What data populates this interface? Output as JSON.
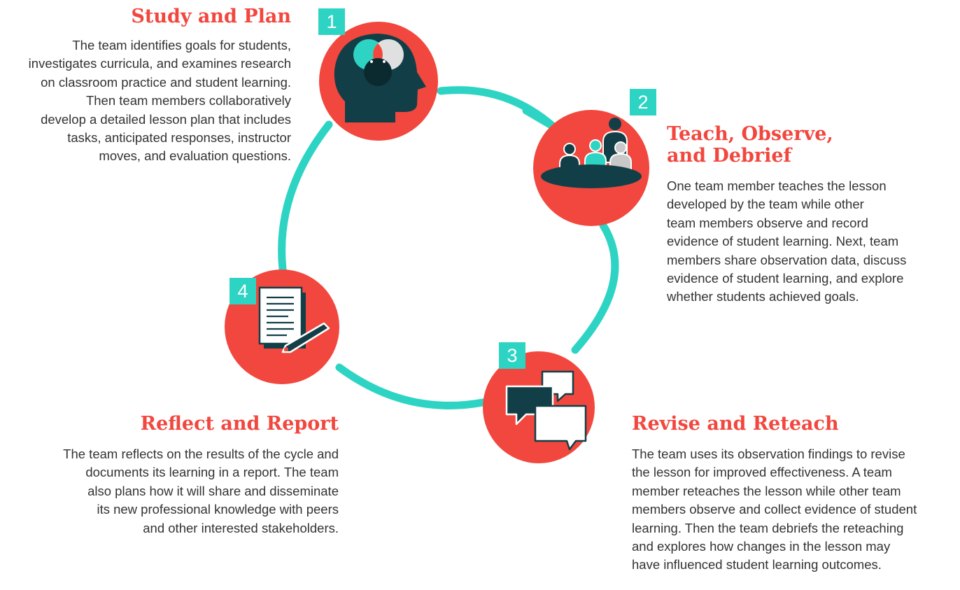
{
  "colors": {
    "accent": "#F2473E",
    "teal": "#2ED4C3",
    "dark": "#123F47",
    "text": "#333333"
  },
  "steps": [
    {
      "number": "1",
      "title_lines": [
        "Study and Plan"
      ],
      "body_lines": [
        "The team identifies goals for students,",
        "investigates curricula, and examines research",
        "on classroom practice and student learning.",
        "Then team members collaboratively",
        "develop a detailed lesson plan that includes",
        "tasks, anticipated responses, instructor",
        "moves, and evaluation questions."
      ],
      "icon": "head-venn-icon"
    },
    {
      "number": "2",
      "title_lines": [
        "Teach, Observe,",
        "and Debrief"
      ],
      "body_lines": [
        "One team member teaches the lesson",
        "developed by the team while other",
        "team members observe and record",
        "evidence of student learning. Next, team",
        "members share observation data, discuss",
        "evidence of student learning, and explore",
        "whether students achieved goals."
      ],
      "icon": "classroom-group-icon"
    },
    {
      "number": "3",
      "title_lines": [
        "Revise and Reteach"
      ],
      "body_lines": [
        "The team uses its observation findings to revise",
        "the lesson for improved effectiveness. A team",
        "member reteaches the lesson while other team",
        "members observe and collect evidence of student",
        "learning. Then the team debriefs the reteaching",
        "and explores how changes in the lesson may",
        "have influenced student learning outcomes."
      ],
      "icon": "speech-bubbles-icon"
    },
    {
      "number": "4",
      "title_lines": [
        "Reflect and Report"
      ],
      "body_lines": [
        "The team reflects on the results of the cycle and",
        "documents its learning in a report. The team",
        "also plans how it will share and disseminate",
        "its new professional knowledge with peers",
        "and other interested stakeholders."
      ],
      "icon": "document-pencil-icon"
    }
  ]
}
